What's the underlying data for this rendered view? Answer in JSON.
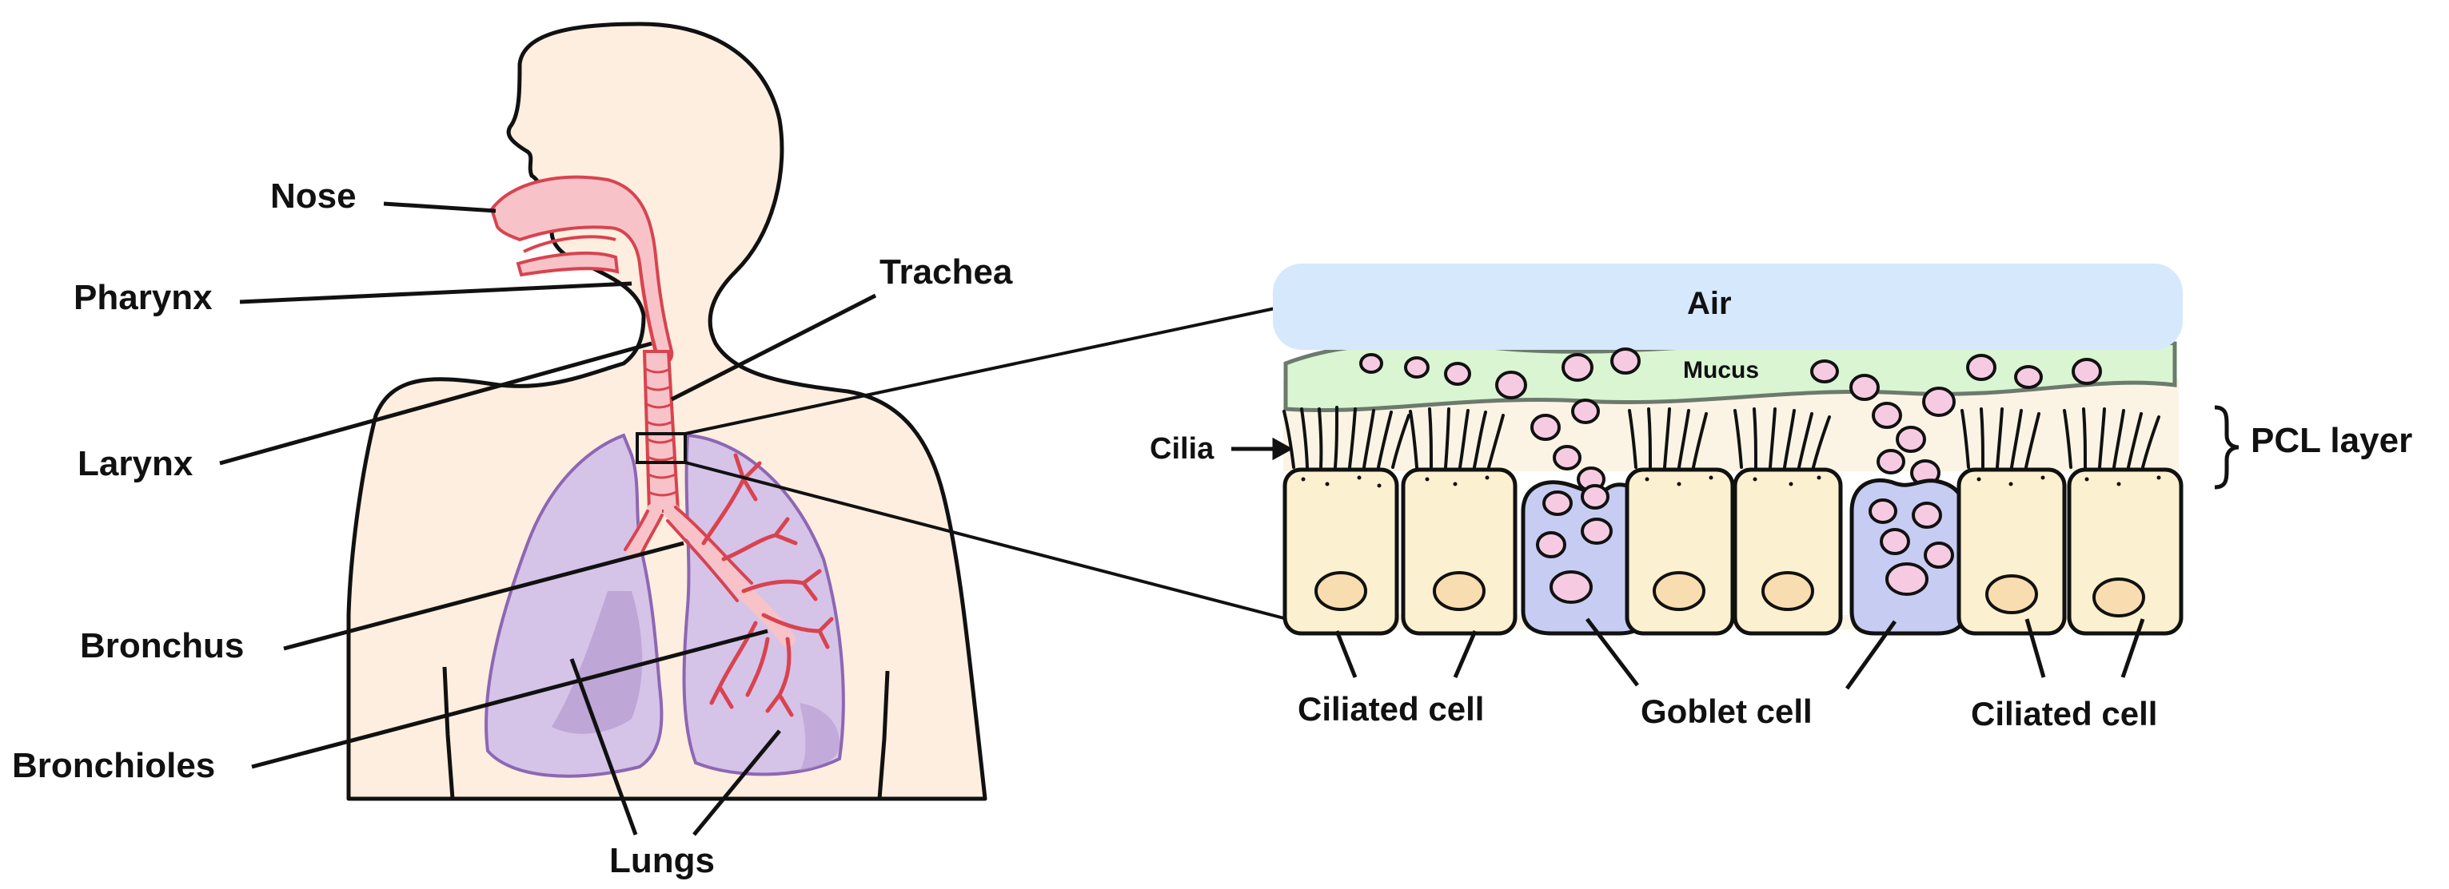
{
  "anatomy_labels": {
    "nose": "Nose",
    "pharynx": "Pharynx",
    "larynx": "Larynx",
    "trachea": "Trachea",
    "bronchus": "Bronchus",
    "bronchioles": "Bronchioles",
    "lungs": "Lungs"
  },
  "airway_labels": {
    "air": "Air",
    "mucus": "Mucus",
    "cilia": "Cilia",
    "pcl_layer": "PCL layer",
    "ciliated_cell_left": "Ciliated cell",
    "goblet_cell": "Goblet cell",
    "ciliated_cell_right": "Ciliated cell"
  },
  "colors": {
    "skin": "#fdeee0",
    "airway": "#f7c3c8",
    "airway_line": "#d8434f",
    "lung": "#d6c3e8",
    "lung_dark": "#b49ad0",
    "lung_line": "#8d67b3",
    "air_layer": "#d6e8fb",
    "mucus_layer": "#d9f5d2",
    "mucus_line": "#6c7a6c",
    "pcl_layer": "#fbf4e4",
    "ciliated_cell": "#fbf0cf",
    "nucleus": "#f7ddb0",
    "goblet_cell": "#c7ccf2",
    "mucin_granule": "#f6cbe2",
    "outline": "#111111"
  }
}
